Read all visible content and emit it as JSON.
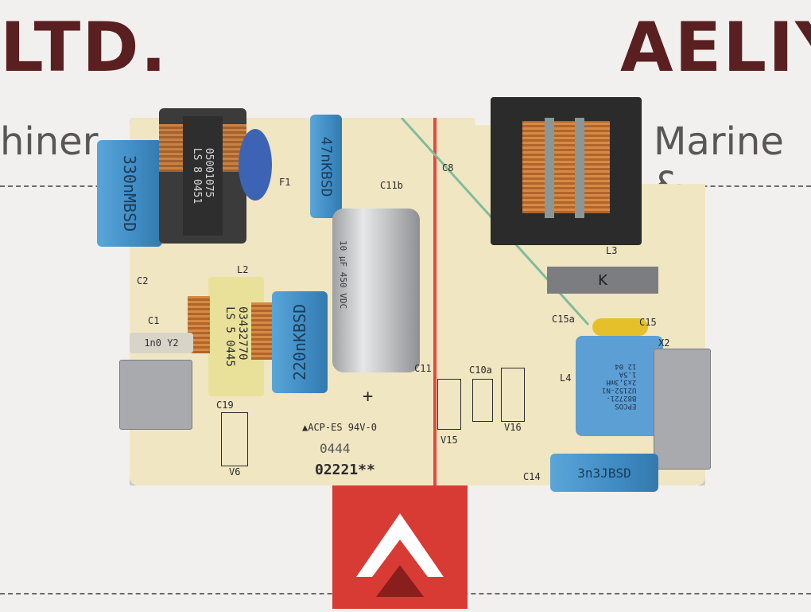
{
  "background": {
    "brand_left": "LTD.",
    "brand_right": "AELIY",
    "tagline_left": "hiner",
    "tagline_right": "Marine &"
  },
  "board": {
    "silkscreen": {
      "c2": "C2",
      "l2": "L2",
      "c1": "C1",
      "f1": "F1",
      "c11b": "C11b",
      "c8": "C8",
      "c19": "C19",
      "v6": "V6",
      "v15": "V15",
      "v16": "V16",
      "c10a": "C10a",
      "c11": "C11",
      "c15a": "C15a",
      "c15": "C15",
      "l3": "L3",
      "l4": "L4",
      "x2": "X2",
      "c14": "C14",
      "plus": "+",
      "manufacturer_mark": "▲ACP-ES 94V-0",
      "handwritten_code": "0444",
      "board_number": "02221**"
    },
    "components": {
      "cap_330n": "330nMBSD",
      "choke_top": "05001075\nLS 8 0451",
      "cap_47n": "47nKBSD",
      "choke_mid": "03432770\nLS 5 0445",
      "cap_220n": "220nKBSD",
      "elcap_label": "10 µF  450 VDC",
      "resistor_label": "1n0 Y2",
      "k_block": "K",
      "epcos_label": "EPCOS\nB82721-\nU2152-N1\n2x3,3mH\n1.5A\n12 04",
      "cap_3n3": "3n3JBSD"
    }
  }
}
